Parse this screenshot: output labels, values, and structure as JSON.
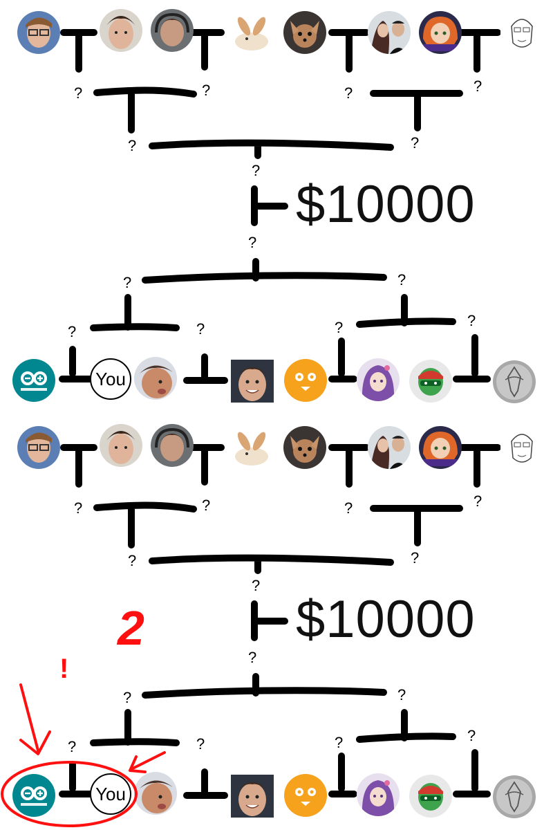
{
  "prize": "$10000",
  "you_label": "You",
  "placeholder": "?",
  "annotation_number": "2",
  "annotation_exclaim": "!",
  "top_row": [
    "glasses-boy-avatar",
    "boy-avatar",
    "boy-headset-avatar",
    "rabbit-avatar",
    "chihuahua-avatar",
    "couple-avatar",
    "anime-girl-avatar",
    "sketch-face-avatar"
  ],
  "bottom_row": [
    "electro-20-avatar",
    "you-avatar",
    "kid-avatar",
    "smiling-boy-avatar",
    "pumpkin-avatar",
    "purple-anime-avatar",
    "green-mask-avatar",
    "silver-emblem-avatar"
  ],
  "colors": {
    "bracket": "#000000",
    "annotation": "#ff1010",
    "electro": "#00878f",
    "pumpkin": "#f6a21c"
  }
}
